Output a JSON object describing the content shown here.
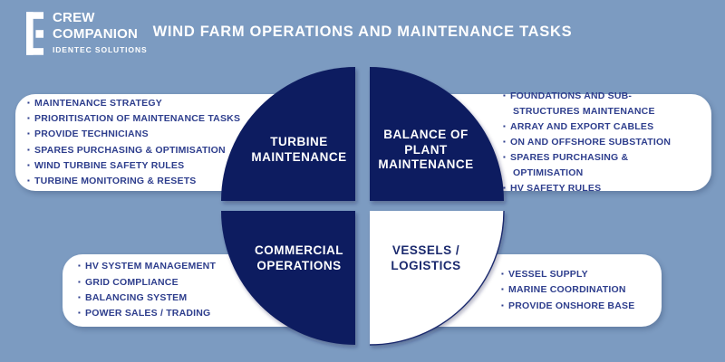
{
  "colors": {
    "background": "#7C9BC1",
    "navy": "#101C60",
    "task_text": "#2E3E8D",
    "white": "#FFFFFF"
  },
  "logo": {
    "brand_line1": "CREW",
    "brand_line2": "COMPANION",
    "subtitle": "IDENTEC SOLUTIONS"
  },
  "header": {
    "title": "WIND FARM OPERATIONS AND MAINTENANCE TASKS"
  },
  "quadrants": {
    "turbine": {
      "label": "TURBINE\nMAINTENANCE"
    },
    "balance": {
      "label": "BALANCE OF\nPLANT\nMAINTENANCE"
    },
    "commercial": {
      "label": "COMMERCIAL\nOPERATIONS"
    },
    "vessels": {
      "label": "VESSELS /\nLOGISTICS"
    }
  },
  "tasks": {
    "turbine": [
      "MAINTENANCE STRATEGY",
      "PRIORITISATION OF MAINTENANCE TASKS",
      "PROVIDE TECHNICIANS",
      "SPARES PURCHASING & OPTIMISATION",
      "WIND TURBINE SAFETY RULES",
      "TURBINE MONITORING & RESETS"
    ],
    "balance": [
      "FOUNDATIONS AND SUB-STRUCTURES MAINTENANCE",
      "ARRAY AND EXPORT CABLES",
      "ON AND OFFSHORE SUBSTATION",
      "SPARES PURCHASING & OPTIMISATION",
      "HV SAFETY RULES"
    ],
    "commercial": [
      "HV SYSTEM MANAGEMENT",
      "GRID COMPLIANCE",
      "BALANCING SYSTEM",
      "POWER SALES / TRADING"
    ],
    "vessels": [
      "VESSEL SUPPLY",
      "MARINE COORDINATION",
      "PROVIDE ONSHORE BASE"
    ]
  }
}
